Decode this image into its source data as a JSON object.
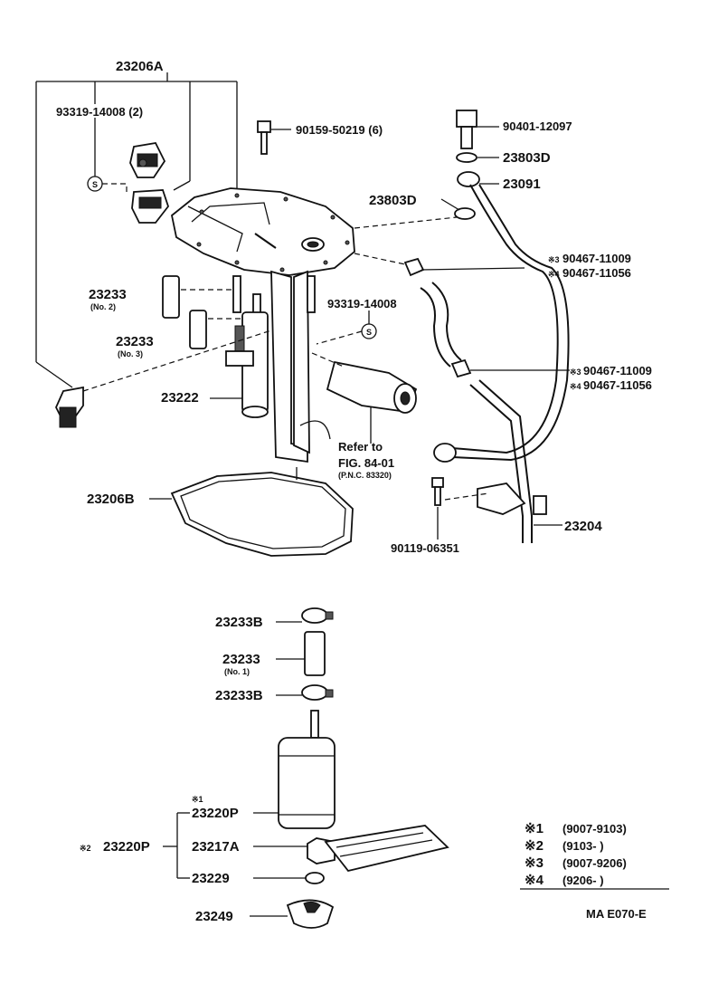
{
  "labels": {
    "p23206A": "23206A",
    "p93319_14008_2": "93319-14008 (2)",
    "p90159": "90159-50219 (6)",
    "p90401": "90401-12097",
    "p23803D_1": "23803D",
    "p23091": "23091",
    "p23803D_2": "23803D",
    "p90467_11009_a": "90467-11009",
    "p90467_11056_a": "90467-11056",
    "mk3a": "※3",
    "mk4a": "※4",
    "p23233_no2": "23233",
    "no2": "(No. 2)",
    "p93319_14008": "93319-14008",
    "p23233_no3": "23233",
    "no3": "(No. 3)",
    "p90467_11009_b": "90467-11009",
    "p90467_11056_b": "90467-11056",
    "mk3b": "※3",
    "mk4b": "※4",
    "p23222": "23222",
    "refer1": "Refer to",
    "refer2": "FIG. 84-01",
    "refer3": "(P.N.C. 83320)",
    "p23206B": "23206B",
    "p23204": "23204",
    "p90119": "90119-06351",
    "p23233B_1": "23233B",
    "p23233_no1": "23233",
    "no1": "(No. 1)",
    "p23233B_2": "23233B",
    "mk1": "※1",
    "p23220P_1": "23220P",
    "mk2": "※2",
    "p23220P_2": "23220P",
    "p23217A": "23217A",
    "p23229": "23229",
    "p23249": "23249",
    "s_letter": "S",
    "diagram_id": "MA E070-E"
  },
  "legend": [
    {
      "mark": "※1",
      "range": "(9007-9103)"
    },
    {
      "mark": "※2",
      "range": "(9103-      )"
    },
    {
      "mark": "※3",
      "range": "(9007-9206)"
    },
    {
      "mark": "※4",
      "range": "(9206-      )"
    }
  ]
}
